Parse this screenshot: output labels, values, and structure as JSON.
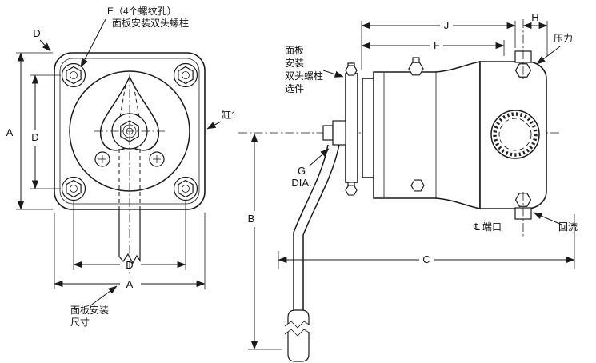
{
  "colors": {
    "line": "#1a1a1a",
    "lever_fill": "#e6e6e6"
  },
  "front_view": {
    "note_e_line1": "E（4个螺纹孔）",
    "note_e_line2": "面板安装双头螺柱",
    "dim_d_callout": "D",
    "dim_a_vertical": "A",
    "dim_d_vertical": "D",
    "dim_d_horizontal": "D",
    "dim_a_horizontal": "A",
    "note_panel_line1": "面板安装",
    "note_panel_line2": "尺寸",
    "label_cylinder1": "缸1"
  },
  "side_view": {
    "dim_j": "J",
    "dim_f": "F",
    "dim_h": "H",
    "dim_b": "B",
    "dim_c": "C",
    "label_pressure": "压力",
    "label_return": "回流",
    "label_port_cl": "℄ 端口",
    "label_g": "G",
    "label_g_dia": "DIA.",
    "note_stud_line1": "面板",
    "note_stud_line2": "安装",
    "note_stud_line3": "双头螺柱",
    "note_stud_line4": "选件"
  }
}
